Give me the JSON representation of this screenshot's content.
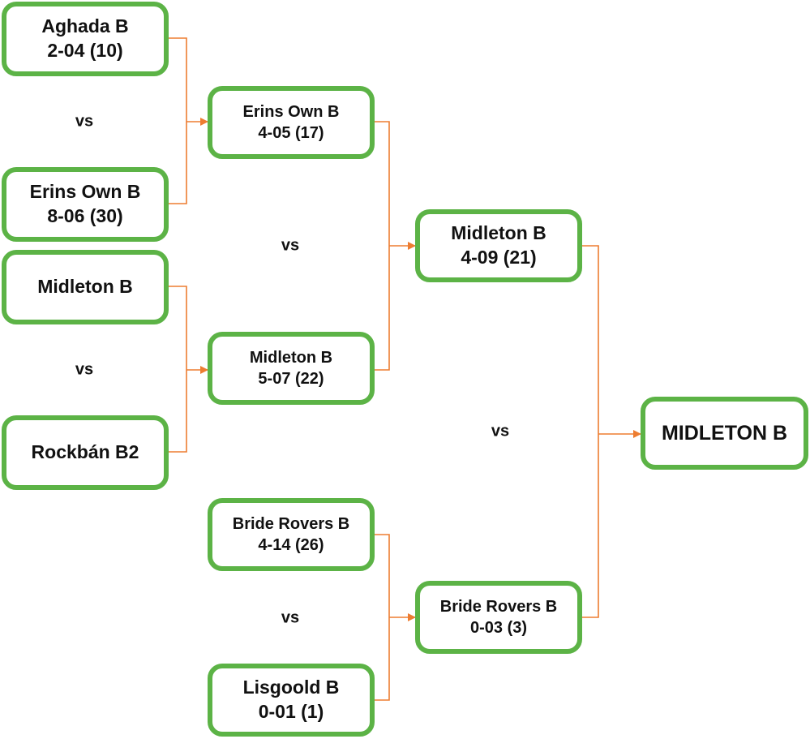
{
  "bracket": {
    "round1": [
      {
        "team": "Aghada B",
        "score": "2-04 (10)"
      },
      {
        "team": "Erins Own B",
        "score": "8-06 (30)"
      },
      {
        "team": "Midleton B",
        "score": ""
      },
      {
        "team": "Rockbán B2",
        "score": ""
      }
    ],
    "round2": [
      {
        "team": "Erins Own B",
        "score": "4-05 (17)"
      },
      {
        "team": "Midleton B",
        "score": "5-07 (22)"
      },
      {
        "team": "Bride Rovers B",
        "score": "4-14 (26)"
      },
      {
        "team": "Lisgoold B",
        "score": "0-01 (1)"
      }
    ],
    "round3": [
      {
        "team": "Midleton B",
        "score": "4-09 (21)"
      },
      {
        "team": "Bride Rovers B",
        "score": "0-03 (3)"
      }
    ],
    "winner": {
      "team": "MIDLETON B"
    },
    "vs_label": "vs"
  },
  "colors": {
    "box_border": "#5cb346",
    "connector": "#ed7d31",
    "text": "#111111"
  }
}
